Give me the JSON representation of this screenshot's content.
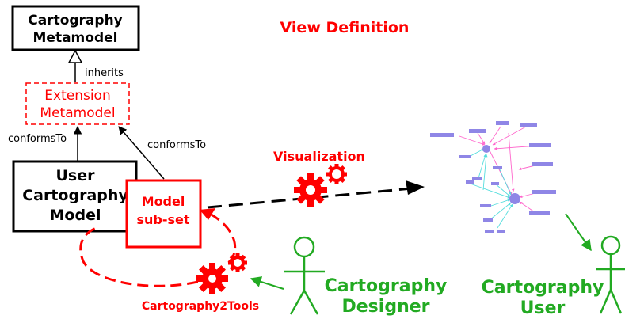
{
  "title": "View Definition",
  "nodes": {
    "cartography_metamodel": [
      "Cartography",
      "Metamodel"
    ],
    "extension_metamodel": [
      "Extension",
      "Metamodel"
    ],
    "user_cartography_model": [
      "User",
      "Cartography",
      "Model"
    ],
    "model_subset": [
      "Model",
      "sub-set"
    ]
  },
  "edges": {
    "inherits": "inherits",
    "conforms_to_left": "conformsTo",
    "conforms_to_right": "conformsTo"
  },
  "processes": {
    "visualization": "Visualization",
    "cartography2tools": "Cartography2Tools"
  },
  "actors": {
    "designer": [
      "Cartography",
      "Designer"
    ],
    "user": [
      "Cartography",
      "User"
    ]
  },
  "colors": {
    "black": "#000000",
    "red": "#ff0000",
    "green": "#22aa22",
    "graph_node": "#8f86e6",
    "graph_edge_pink": "#ff66cc",
    "graph_edge_cyan": "#55dddd"
  }
}
